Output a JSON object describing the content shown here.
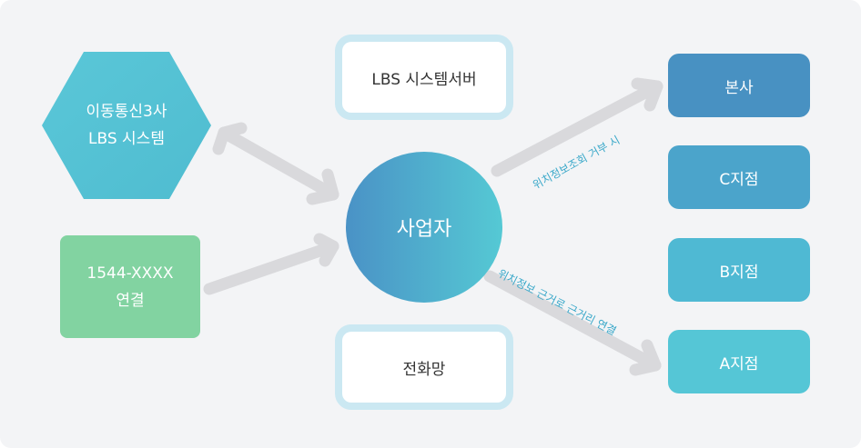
{
  "telecom": {
    "line1": "이동통신3사",
    "line2": "LBS 시스템"
  },
  "phone_number": {
    "line1": "1544-XXXX",
    "line2": "연결"
  },
  "server": {
    "label": "LBS 시스템서버"
  },
  "network": {
    "label": "전화망"
  },
  "business": {
    "label": "사업자"
  },
  "branches": {
    "hq": "본사",
    "c": "C지점",
    "b": "B지점",
    "a": "A지점"
  },
  "edge_labels": {
    "refusal": "위치정보조회 거부 시",
    "nearest": "위치정보 근거로 근거리 연결"
  },
  "colors": {
    "background": "#f3f4f6",
    "hexagon": "#55c1d3",
    "green_box": "#82d3a1",
    "outline": "#cbe8f2",
    "arrow": "#d9d9dc",
    "branch_hq": "#4891c2",
    "branch_a": "#55c6d6",
    "edge_label": "#3aa8c9"
  }
}
